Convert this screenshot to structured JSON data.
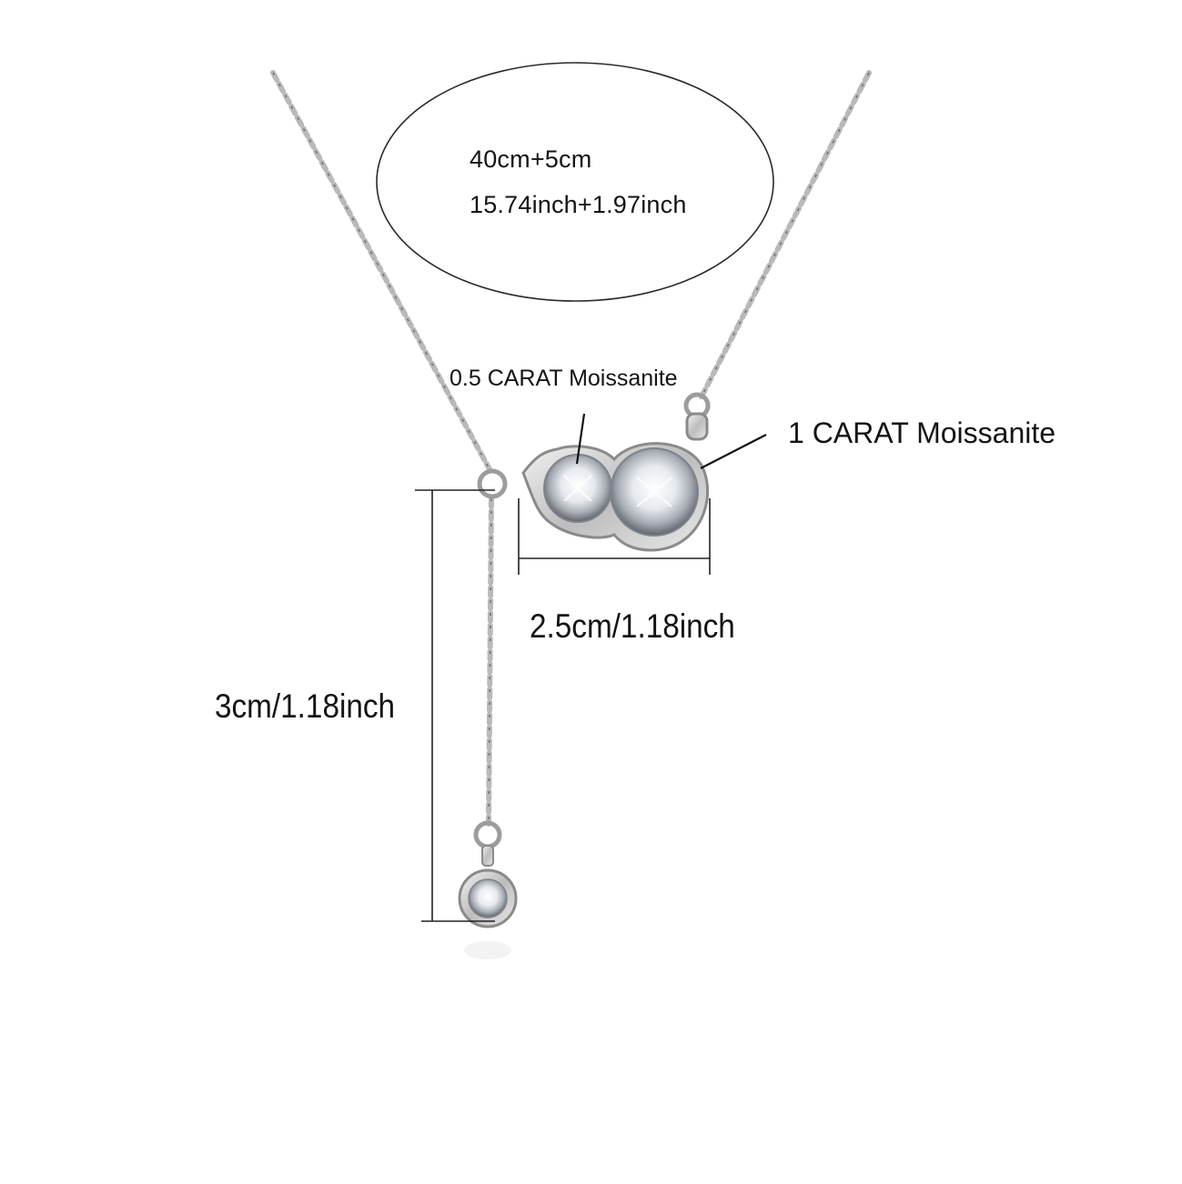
{
  "length_info": {
    "line1": "40cm+5cm",
    "line2": "15.74inch+1.97inch"
  },
  "stones": {
    "small": "0.5 CARAT Moissanite",
    "large": "1 CARAT Moissanite"
  },
  "dimensions": {
    "pendant_width": "2.5cm/1.18inch",
    "drop_length": "3cm/1.18inch"
  },
  "colors": {
    "background": "#ffffff",
    "silver": "#9a9a9a",
    "line": "#3a3a3a"
  }
}
